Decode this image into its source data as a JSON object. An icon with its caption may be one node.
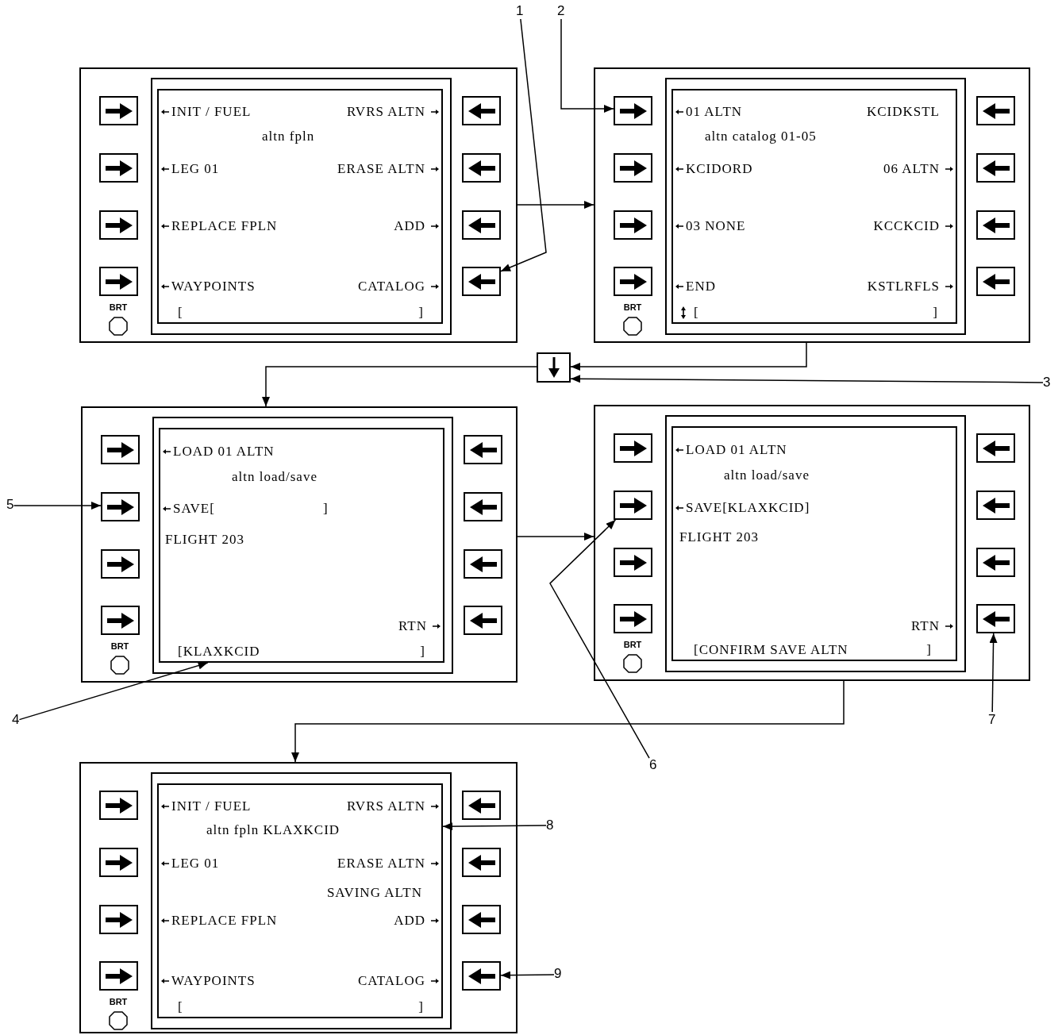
{
  "diagram": {
    "nodes": [
      {
        "text": [
          "1"
        ]
      },
      {
        "text": [
          "2"
        ]
      },
      {
        "text": [
          "BRT"
        ]
      },
      {
        "text": [
          "INIT / FUEL",
          "RVRS ALTN",
          "altn fpln",
          "LEG 01",
          "ERASE ALTN",
          "REPLACE FPLN",
          "ADD",
          "WAYPOINTS",
          "CATALOG",
          "[",
          "]"
        ],
        "in": 2
      },
      {
        "text": [],
        "shape": "box",
        "in": 2
      },
      {
        "text": [
          "BRT"
        ]
      },
      {
        "text": [
          "01 ALTN",
          "KCIDKSTL",
          "altn catalog 01-05",
          "KCIDORD",
          "06 ALTN",
          "03 NONE",
          "KCCKCID",
          "END",
          "KSTLRFLS",
          "[",
          "]"
        ],
        "in": 5
      },
      {
        "text": [],
        "shape": "box",
        "in": 5
      },
      {
        "text": [],
        "shape": "box"
      },
      {
        "text": [
          "3"
        ]
      },
      {
        "text": [
          "BRT"
        ]
      },
      {
        "text": [
          "LOAD 01 ALTN",
          "altn load/save",
          "SAVE[",
          "]",
          "FLIGHT 203",
          "RTN",
          "[KLAXKCID",
          "]"
        ],
        "in": 10
      },
      {
        "text": [],
        "shape": "box",
        "in": 10
      },
      {
        "text": [
          "5"
        ]
      },
      {
        "text": [
          "BRT"
        ]
      },
      {
        "text": [
          "LOAD 01 ALTN",
          "altn load/save",
          "SAVE[KLAXKCID]",
          "FLIGHT 203",
          "RTN",
          "[CONFIRM SAVE ALTN",
          "]"
        ],
        "in": 14
      },
      {
        "text": [],
        "shape": "box",
        "in": 14
      },
      {
        "text": [],
        "shape": "box",
        "in": 14
      },
      {
        "text": [
          "4"
        ]
      },
      {
        "text": [
          "7"
        ]
      },
      {
        "text": [
          "6"
        ]
      },
      {
        "text": [
          "BRT"
        ]
      },
      {
        "text": [
          "INIT / FUEL",
          "RVRS ALTN",
          "altn fpln KLAXKCID",
          "LEG 01",
          "ERASE ALTN",
          "SAVING ALTN",
          "REPLACE FPLN",
          "ADD",
          "WAYPOINTS",
          "CATALOG",
          "[",
          "]"
        ],
        "in": 21
      },
      {
        "text": [],
        "shape": "box",
        "in": 21
      },
      {
        "text": [
          "8"
        ]
      },
      {
        "text": [
          "9"
        ]
      }
    ],
    "edges": [
      {
        "from": 2,
        "to": 5,
        "arrow": "to"
      },
      {
        "from": 5,
        "to": 8,
        "arrow": "to"
      },
      {
        "from": 8,
        "to": 10,
        "arrow": "to"
      },
      {
        "from": 9,
        "to": 8,
        "arrow": "to"
      },
      {
        "from": 10,
        "to": 14,
        "arrow": "to"
      },
      {
        "from": 14,
        "to": 21,
        "arrow": "to"
      },
      {
        "from": 0,
        "to": 4,
        "arrow": "to"
      },
      {
        "from": 1,
        "to": 7,
        "arrow": "to"
      },
      {
        "from": 18,
        "to": 11,
        "arrow": "to"
      },
      {
        "from": 13,
        "to": 12,
        "arrow": "to"
      },
      {
        "from": 20,
        "to": 16,
        "arrow": "to"
      },
      {
        "from": 19,
        "to": 17,
        "arrow": "to"
      },
      {
        "from": 24,
        "to": 22,
        "arrow": "to"
      },
      {
        "from": 25,
        "to": 23,
        "arrow": "to"
      }
    ]
  }
}
